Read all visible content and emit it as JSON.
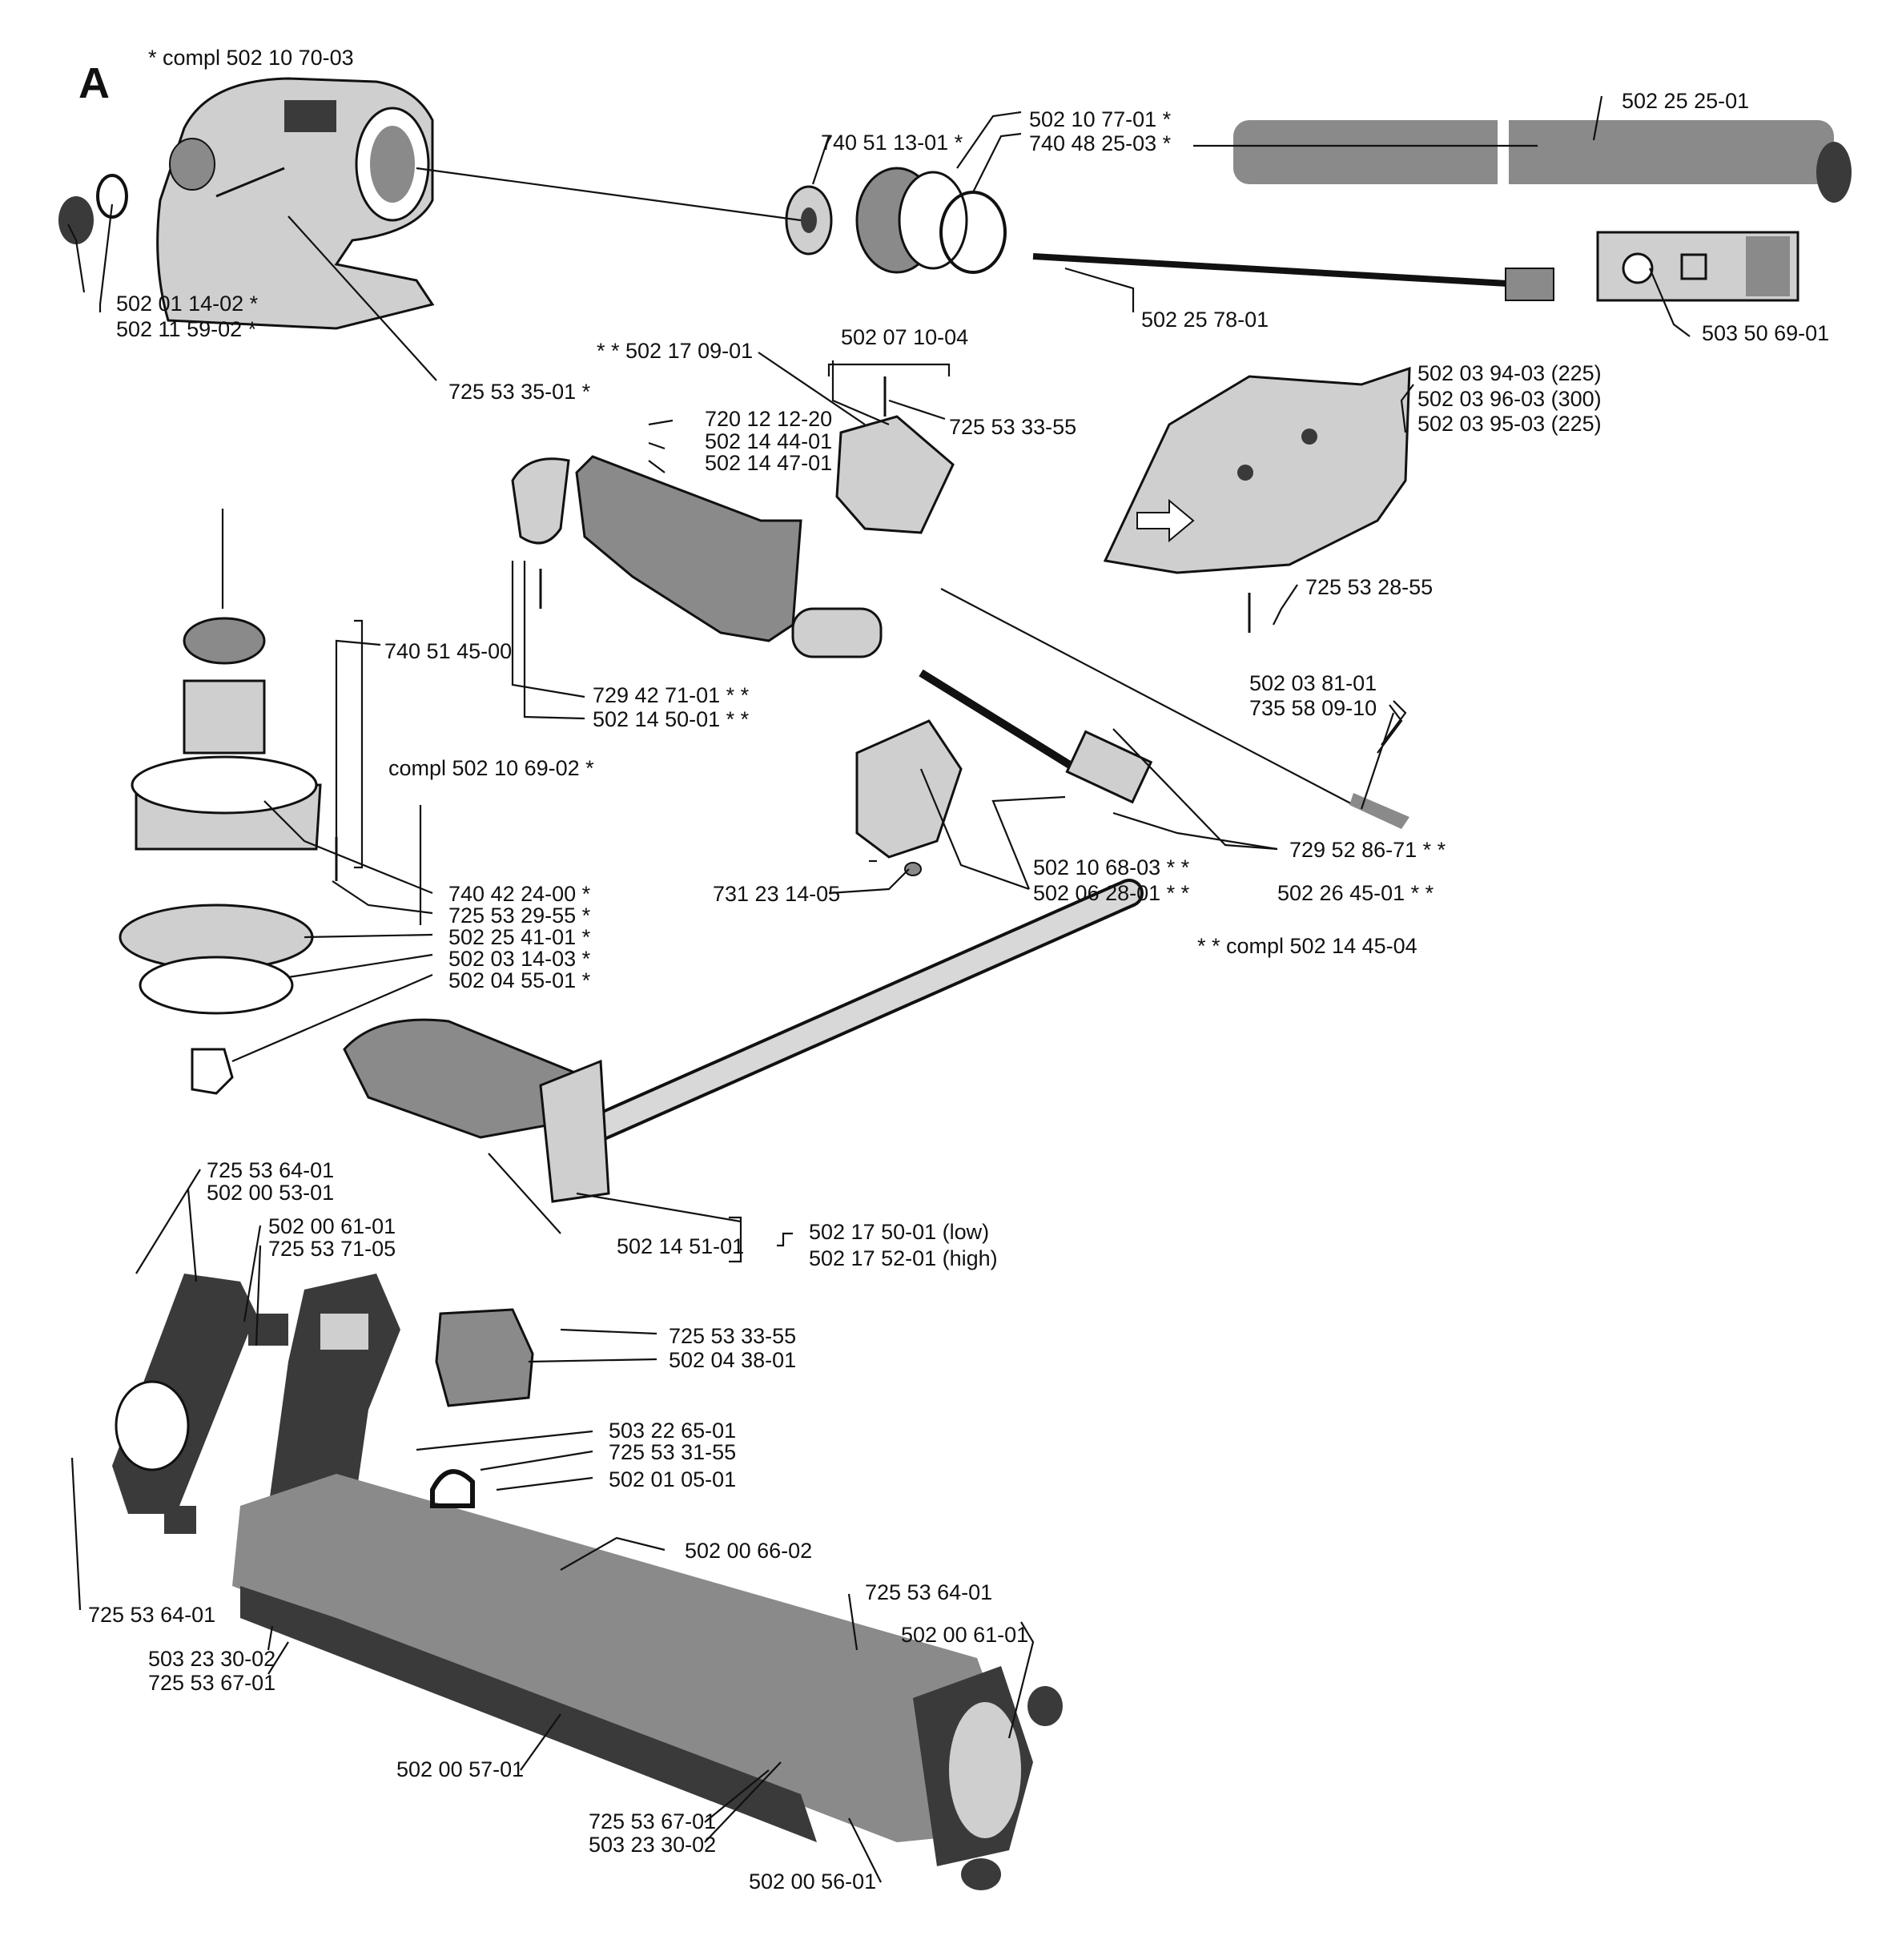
{
  "section_letter": "A",
  "labels": {
    "compl_head": "*  compl 502 10 70-03",
    "p740_51_13": "740 51 13-01  *",
    "p502_10_77": "502 10 77-01  *",
    "p740_48_25": "740 48 25-03  *",
    "p502_25_25": "502 25 25-01",
    "p502_01_14": "502 01 14-02  *",
    "p502_11_59": "502 11 59-02  *",
    "p502_25_78": "502 25 78-01",
    "p503_50_69": "503 50 69-01",
    "p725_53_35": "725 53 35-01  *",
    "p502_17_09": "* *  502 17 09-01",
    "p502_07_10": "502 07 10-04",
    "p720_12_12": "720 12 12-20",
    "p502_14_44": "502 14 44-01",
    "p502_14_47": "502 14 47-01",
    "p725_53_33_a": "725 53 33-55",
    "p502_03_94": "502 03 94-03 (225)",
    "p502_03_96": "502 03 96-03 (300)",
    "p502_03_95": "502 03 95-03 (225)",
    "p725_53_28": "725 53 28-55",
    "p740_51_45": "740 51 45-00",
    "compl_bearing": "compl 502 10 69-02  *",
    "p729_42_71": "729 42 71-01  * *",
    "p502_14_50": "502 14 50-01  * *",
    "p502_03_81": "502 03 81-01",
    "p735_58_09": "735 58 09-10",
    "p729_52_86": "729 52 86-71  * *",
    "p502_10_68": "502 10 68-03  * *",
    "p502_06_28": "502 06 28-01  * *",
    "p502_26_45": "502 26 45-01  * *",
    "p731_23_14": "731 23 14-05",
    "compl_handle": "* *  compl 502 14 45-04",
    "p740_42_24": "740 42 24-00  *",
    "p725_53_29": "725 53 29-55  *",
    "p502_25_41": "502 25 41-01  *",
    "p502_03_14": "502 03 14-03  *",
    "p502_04_55": "502 04 55-01  *",
    "p502_17_50": "502 17 50-01 (low)",
    "p502_17_52": "502 17 52-01 (high)",
    "p502_14_51": "502 14 51-01",
    "p725_53_64_a": "725 53 64-01",
    "p502_00_53": "502 00 53-01",
    "p502_00_61_a": "502 00 61-01",
    "p725_53_71": "725 53 71-05",
    "p725_53_33_b": "725 53 33-55",
    "p502_04_38": "502 04 38-01",
    "p503_22_65": "503 22 65-01",
    "p725_53_31": "725 53 31-55",
    "p502_01_05": "502 01 05-01",
    "p502_00_66": "502 00 66-02",
    "p725_53_64_b": "725 53 64-01",
    "p725_53_64_c": "725 53 64-01",
    "p502_00_61_b": "502 00 61-01",
    "p503_23_30_a": "503 23 30-02",
    "p725_53_67_a": "725 53 67-01",
    "p502_00_57": "502 00 57-01",
    "p725_53_67_b": "725 53 67-01",
    "p503_23_30_b": "503 23 30-02",
    "p502_00_56": "502 00 56-01"
  }
}
